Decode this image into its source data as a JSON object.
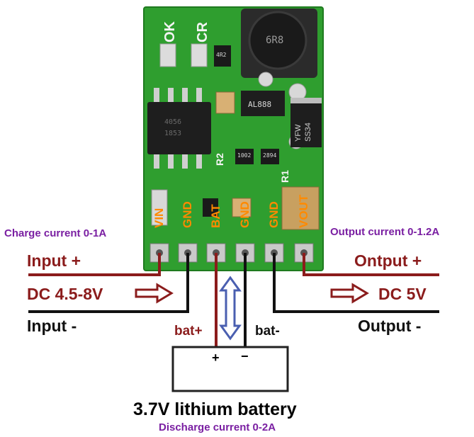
{
  "board": {
    "silkscreen": {
      "ok": "OK",
      "cr": "CR",
      "r2": "R2",
      "r1": "R1"
    },
    "components": {
      "ic_boost": "AL888",
      "diode": "SS34",
      "diode_maker": "YFW",
      "inductor": "6R8",
      "res_a": "1002",
      "res_b": "2894",
      "res_c": "4R2",
      "charger_ic": "4056",
      "charger_ic_b": "1853"
    },
    "pins": [
      "VIN",
      "GND",
      "BAT",
      "GND",
      "GND",
      "VOUT"
    ]
  },
  "labels": {
    "charge_current": "Charge current 0-1A",
    "output_current": "Output current 0-1.2A",
    "input_plus": "Input +",
    "input_voltage": "DC 4.5-8V",
    "input_minus": "Input -",
    "output_plus": "Ontput +",
    "output_voltage": "DC 5V",
    "output_minus": "Output -",
    "bat_plus": "bat+",
    "bat_minus": "bat-",
    "terminal_plus": "+",
    "terminal_minus": "−",
    "battery": "3.7V lithium battery",
    "discharge_current": "Discharge current 0-2A"
  },
  "colors": {
    "pcb": "#2f9e2f",
    "wire_red": "#8b1c1c",
    "wire_black": "#111111",
    "accent_purple": "#7a1fa2",
    "pin_label": "#ff8a00",
    "arrow_blue": "#4a5fb0"
  }
}
